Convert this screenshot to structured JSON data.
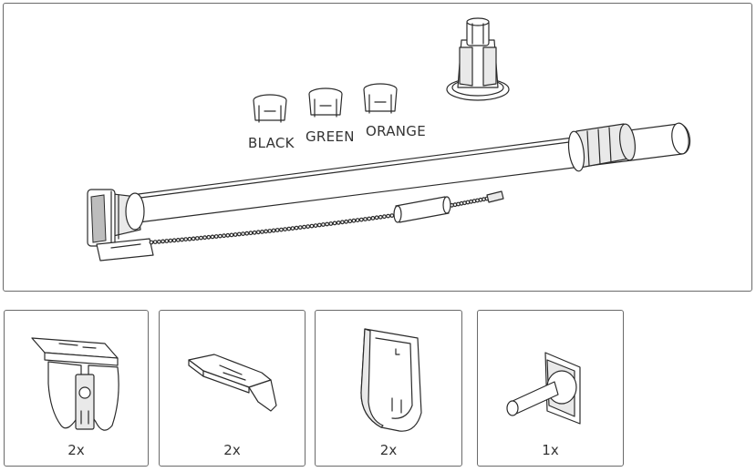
{
  "clips": [
    {
      "label": "BLACK"
    },
    {
      "label": "GREEN"
    },
    {
      "label": "ORANGE"
    }
  ],
  "parts": [
    {
      "quantity": "2x"
    },
    {
      "quantity": "2x"
    },
    {
      "quantity": "2x"
    },
    {
      "quantity": "1x"
    }
  ]
}
